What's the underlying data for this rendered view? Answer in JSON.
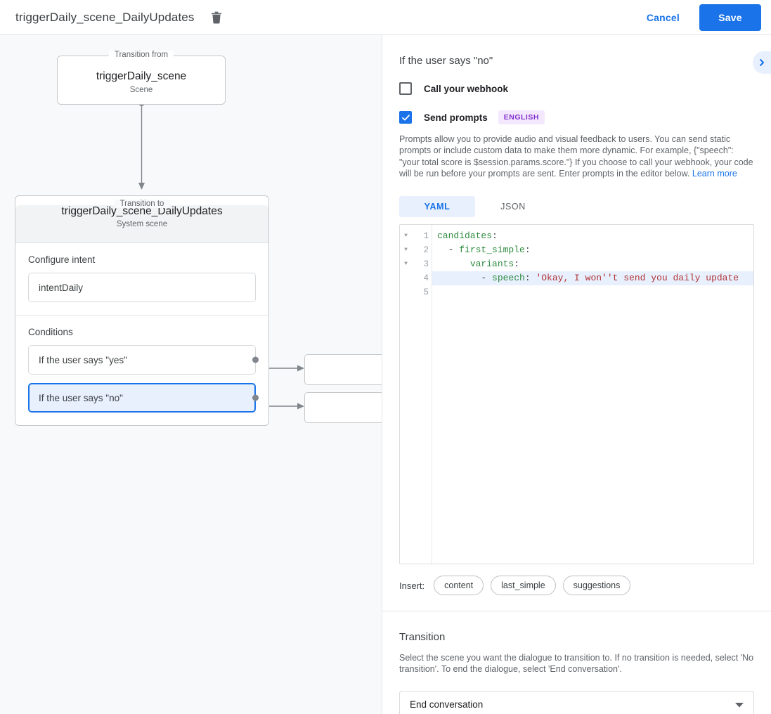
{
  "topbar": {
    "title": "triggerDaily_scene_DailyUpdates",
    "delete_icon": "trash-icon",
    "cancel_label": "Cancel",
    "save_label": "Save"
  },
  "canvas": {
    "from": {
      "legend": "Transition from",
      "title": "triggerDaily_scene",
      "subtitle": "Scene"
    },
    "to": {
      "legend": "Transition to",
      "title": "triggerDaily_scene_DailyUpdates",
      "subtitle": "System scene"
    },
    "intent": {
      "label": "Configure intent",
      "value": "intentDaily"
    },
    "conditions": {
      "label": "Conditions",
      "items": [
        {
          "text": "If the user says \"yes\"",
          "selected": false
        },
        {
          "text": "If the user says \"no\"",
          "selected": true
        }
      ]
    }
  },
  "panel": {
    "header": "If the user says \"no\"",
    "collapse_icon": "chevron-right-icon",
    "webhook": {
      "label": "Call your webhook",
      "checked": false
    },
    "prompts": {
      "label": "Send prompts",
      "checked": true,
      "language_badge": "ENGLISH",
      "description": "Prompts allow you to provide audio and visual feedback to users. You can send static prompts or include custom data to make them more dynamic. For example, {\"speech\": \"your total score is $session.params.score.\"} If you choose to call your webhook, your code will be run before your prompts are sent. Enter prompts in the editor below.",
      "learn_more": "Learn more"
    },
    "tabs": [
      {
        "label": "YAML",
        "active": true
      },
      {
        "label": "JSON",
        "active": false
      }
    ],
    "editor": {
      "lines": [
        {
          "num": "1",
          "fold": true,
          "highlight": false,
          "tokens": [
            {
              "t": "candidates",
              "c": "k"
            },
            {
              "t": ":",
              "c": "p"
            }
          ]
        },
        {
          "num": "2",
          "fold": true,
          "highlight": false,
          "tokens": [
            {
              "t": "  - ",
              "c": "p"
            },
            {
              "t": "first_simple",
              "c": "k"
            },
            {
              "t": ":",
              "c": "p"
            }
          ]
        },
        {
          "num": "3",
          "fold": true,
          "highlight": false,
          "tokens": [
            {
              "t": "      ",
              "c": "p"
            },
            {
              "t": "variants",
              "c": "k"
            },
            {
              "t": ":",
              "c": "p"
            }
          ]
        },
        {
          "num": "4",
          "fold": false,
          "highlight": true,
          "tokens": [
            {
              "t": "        - ",
              "c": "p"
            },
            {
              "t": "speech",
              "c": "k"
            },
            {
              "t": ": ",
              "c": "p"
            },
            {
              "t": "'Okay, I won''t send you daily update",
              "c": "s"
            }
          ]
        },
        {
          "num": "5",
          "fold": false,
          "highlight": false,
          "tokens": []
        }
      ]
    },
    "insert": {
      "label": "Insert:",
      "chips": [
        "content",
        "last_simple",
        "suggestions"
      ]
    },
    "transition": {
      "title": "Transition",
      "description": "Select the scene you want the dialogue to transition to. If no transition is needed, select 'No transition'. To end the dialogue, select 'End conversation'.",
      "select_value": "End conversation",
      "caret_icon": "chevron-down-icon"
    }
  },
  "colors": {
    "accent": "#1a73e8",
    "selected_fill": "#e8f0fe",
    "badge_text": "#8430ce",
    "badge_bg": "#f3e8fd"
  }
}
